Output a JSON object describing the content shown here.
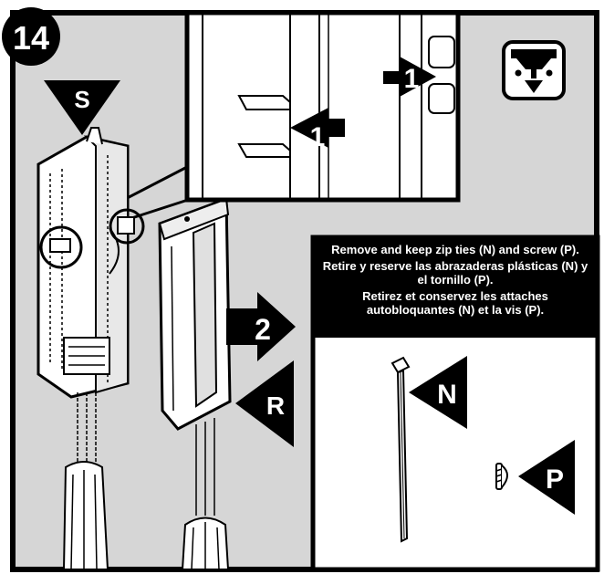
{
  "step": {
    "number": "14"
  },
  "labels": {
    "s": "S",
    "r": "R",
    "n": "N",
    "p": "P",
    "arrow_1": "1",
    "arrow_2": "2"
  },
  "instructions": {
    "en": "Remove and keep zip ties (N) and screw (P).",
    "es": "Retire y reserve las abrazaderas plásticas (N) y el tornillo (P).",
    "fr": "Retirez et conservez les attaches autobloquantes (N) et la vis (P)."
  },
  "icons": {
    "ceiling_light": "ceiling-light-icon"
  },
  "colors": {
    "ink": "#000000",
    "panel_gray": "#d6d6d6",
    "paper": "#ffffff"
  }
}
